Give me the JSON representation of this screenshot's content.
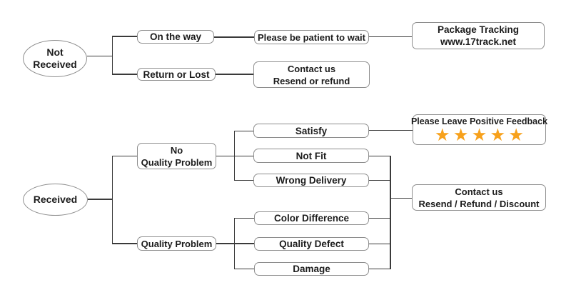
{
  "diagram": {
    "type": "flowchart",
    "colors": {
      "line": "#3a3a3a",
      "box_border": "#8e8e8e",
      "text": "#1c1c1c",
      "star": "#f7a11c",
      "background": "#ffffff"
    },
    "nodes": {
      "not_received": {
        "line1": "Not",
        "line2": "Received"
      },
      "on_the_way": {
        "label": "On the way"
      },
      "be_patient": {
        "label": "Please be patient to wait"
      },
      "package_tracking": {
        "line1": "Package Tracking",
        "line2": "www.17track.net"
      },
      "return_or_lost": {
        "label": "Return or Lost"
      },
      "contact_resend_refund": {
        "line1": "Contact us",
        "line2": "Resend or refund"
      },
      "received": {
        "label": "Received"
      },
      "no_quality_problem": {
        "line1": "No",
        "line2": "Quality Problem"
      },
      "quality_problem": {
        "label": "Quality Problem"
      },
      "satisfy": {
        "label": "Satisfy"
      },
      "not_fit": {
        "label": "Not Fit"
      },
      "wrong_delivery": {
        "label": "Wrong Delivery"
      },
      "color_difference": {
        "label": "Color Difference"
      },
      "quality_defect": {
        "label": "Quality Defect"
      },
      "damage": {
        "label": "Damage"
      },
      "positive_feedback": {
        "label": "Please Leave Positive Feedback",
        "star_count": 5,
        "stars": [
          "★",
          "★",
          "★",
          "★",
          "★"
        ]
      },
      "contact_resend_refund_discount": {
        "line1": "Contact us",
        "line2": "Resend / Refund / Discount"
      }
    }
  }
}
